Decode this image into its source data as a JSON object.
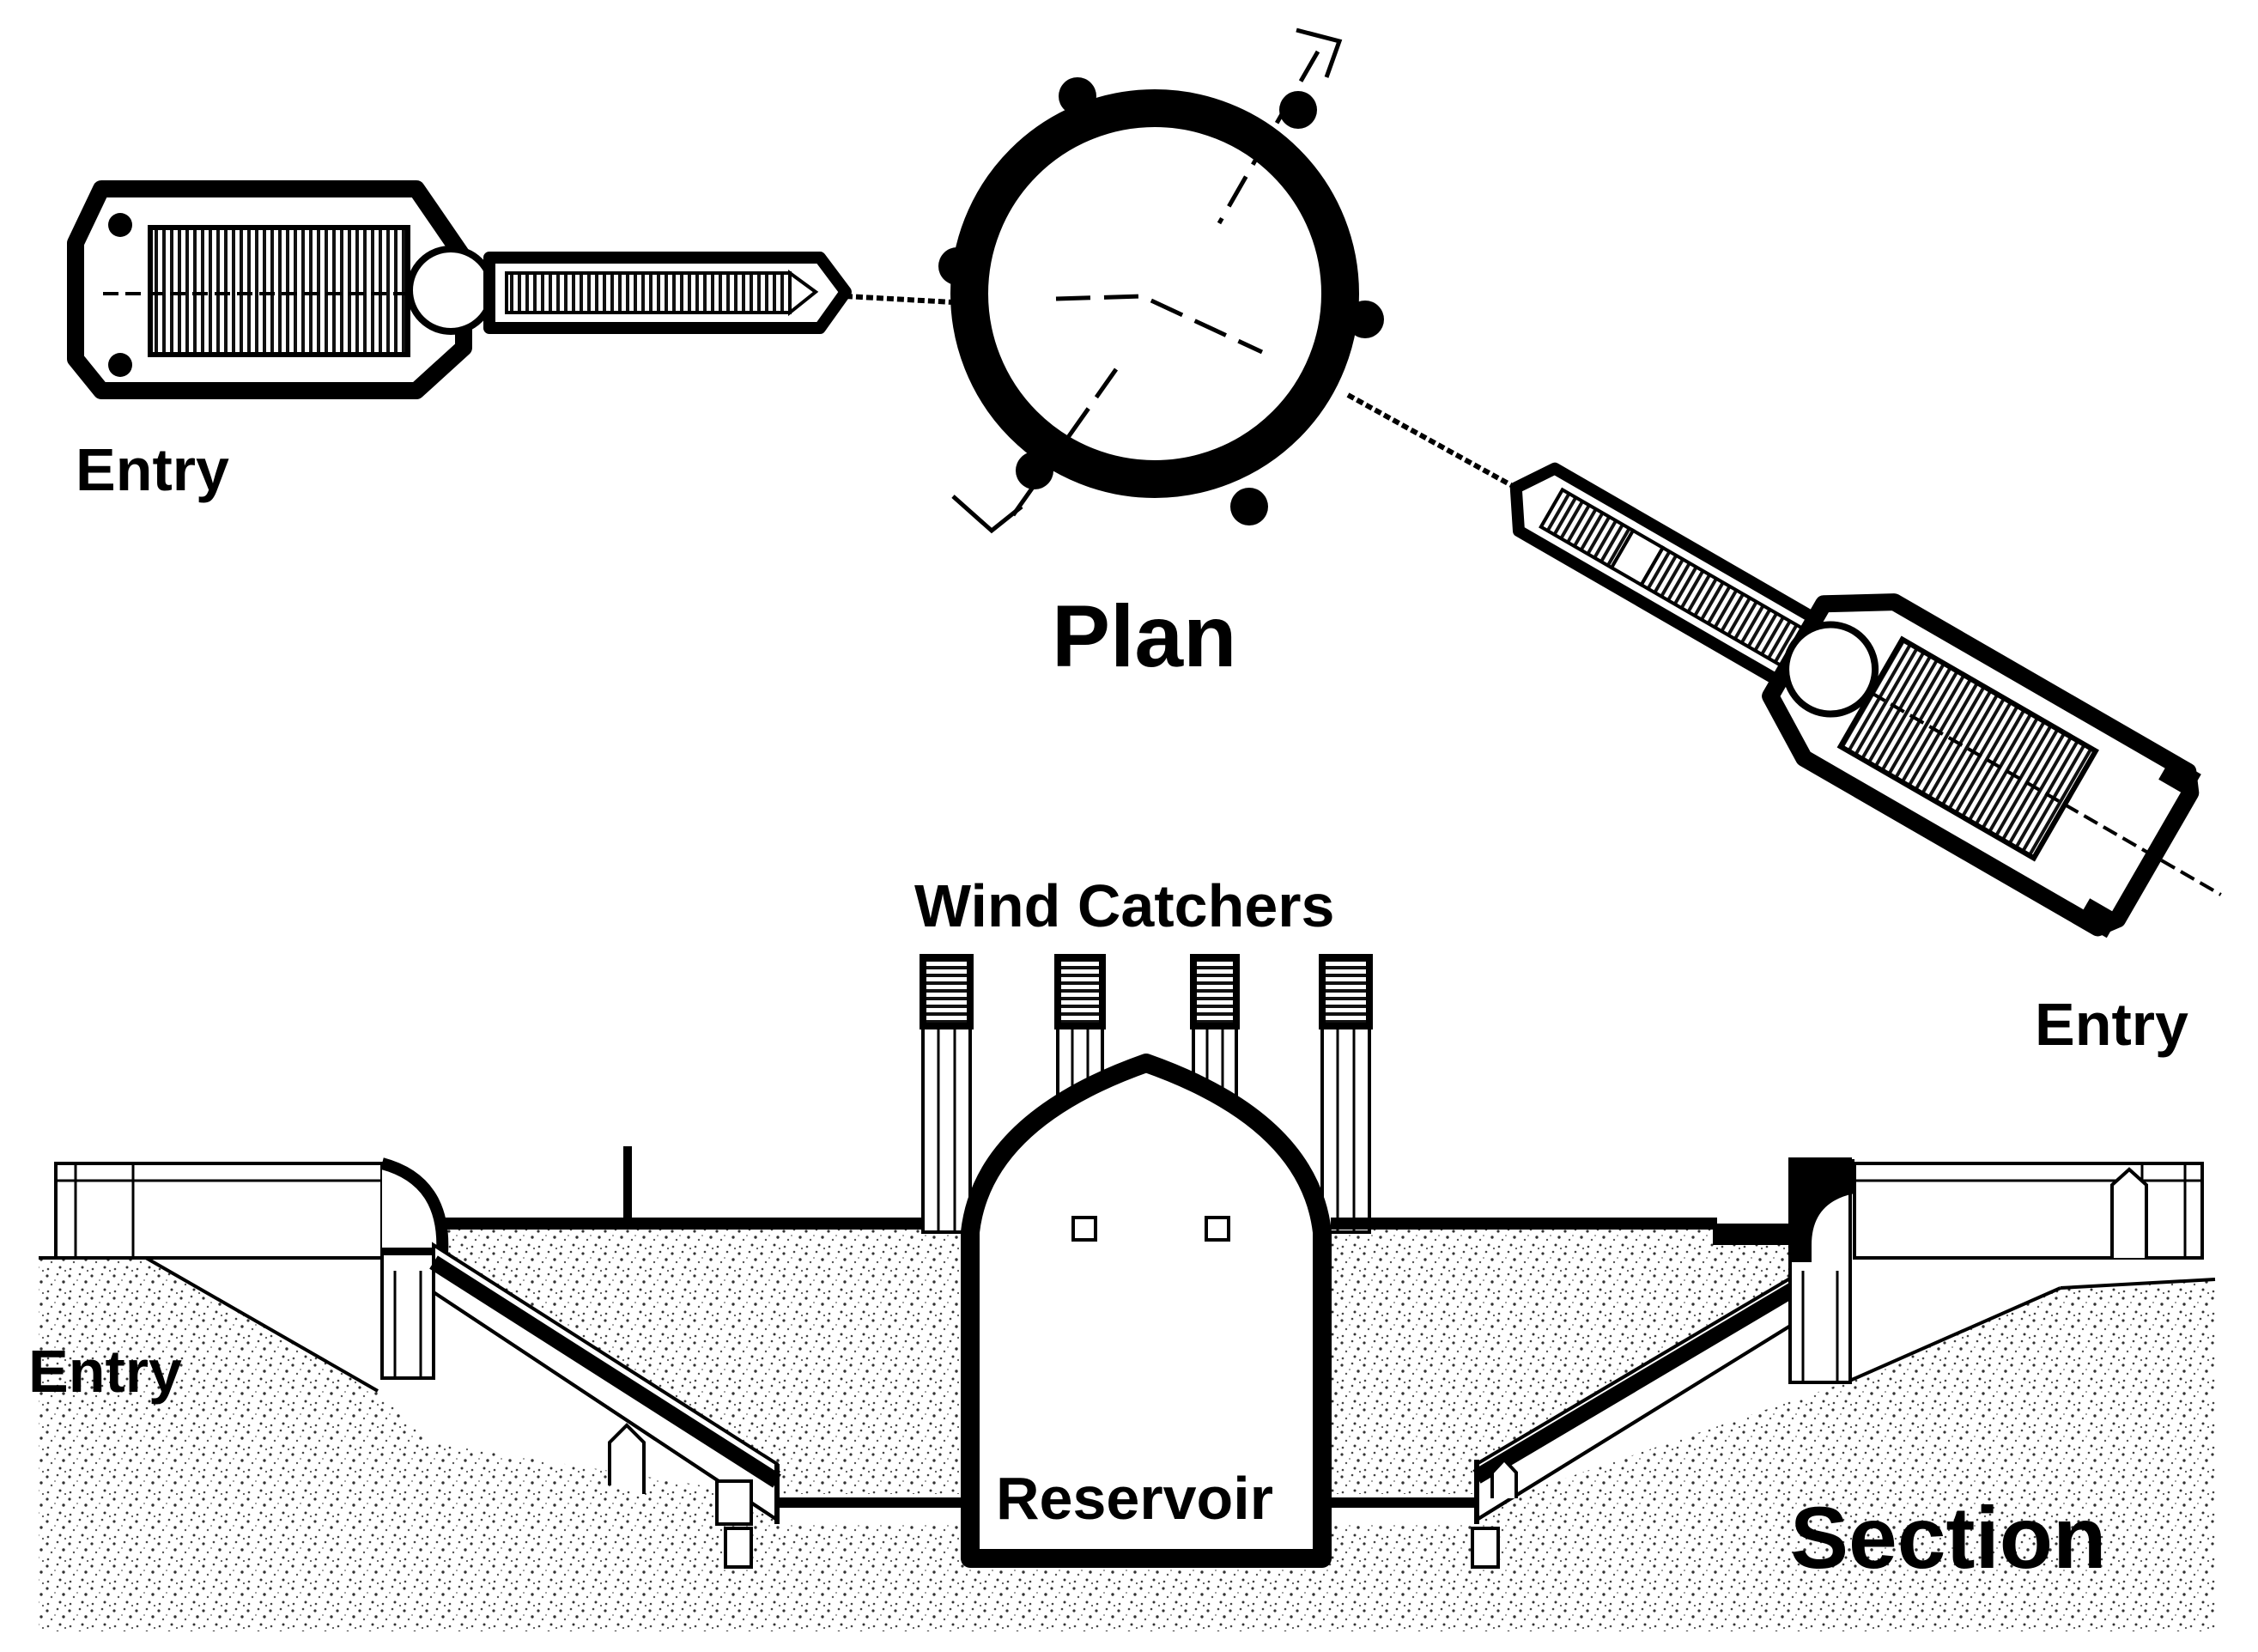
{
  "labels": {
    "entry_plan_left": "Entry",
    "plan": "Plan",
    "entry_plan_right": "Entry",
    "wind_catchers": "Wind Catchers",
    "entry_section": "Entry",
    "reservoir": "Reservoir",
    "section": "Section"
  },
  "colors": {
    "ink": "#000000",
    "paper": "#ffffff",
    "hatch_fill": "#3a3a3a"
  }
}
